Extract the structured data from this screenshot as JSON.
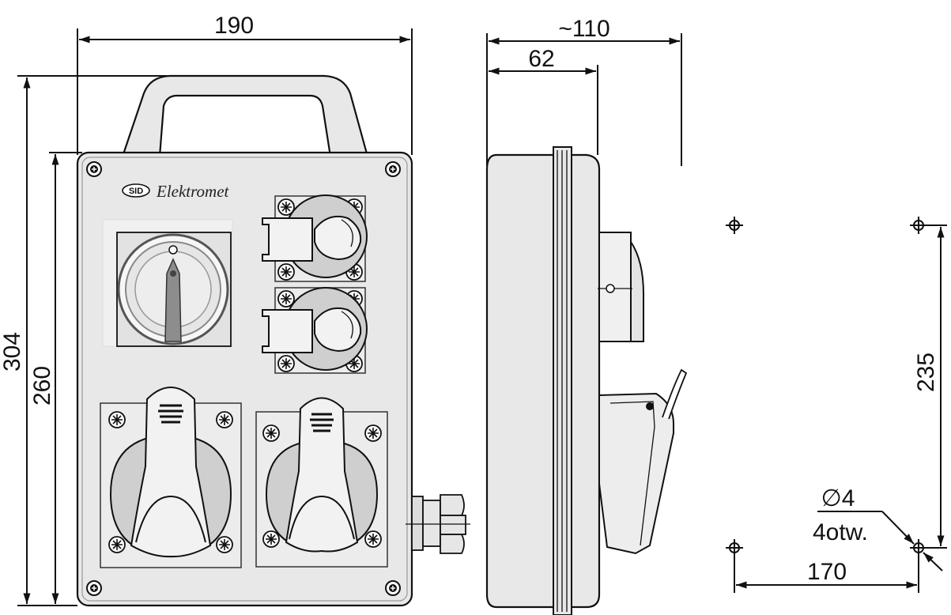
{
  "dimensions": {
    "width_front": "190",
    "depth_total": "~110",
    "depth_body": "62",
    "height_total": "304",
    "height_body": "260",
    "hole_spacing_vertical": "235",
    "hole_spacing_horizontal": "170",
    "hole_diameter": "∅4",
    "hole_count": "4otw."
  },
  "brand": {
    "badge": "SID",
    "name": "Elektromet"
  }
}
